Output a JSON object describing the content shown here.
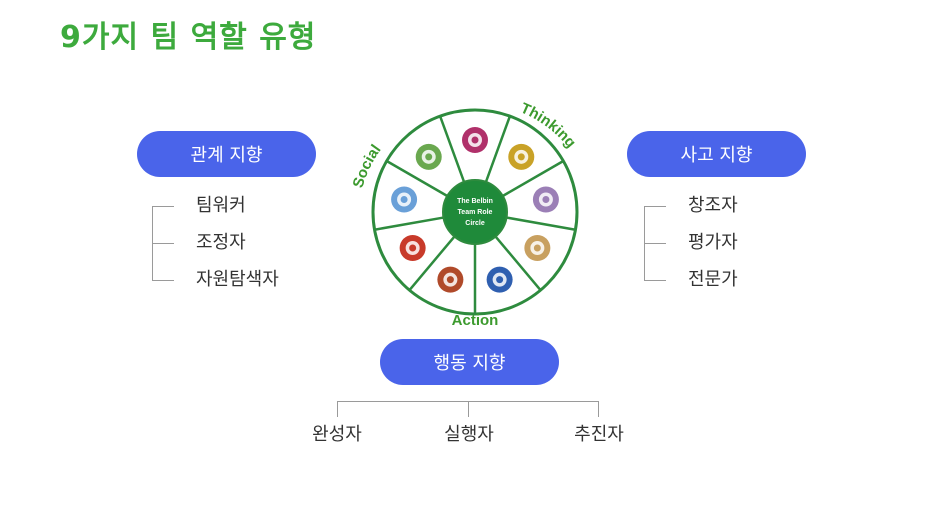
{
  "title": "9가지 팀 역할 유형",
  "groups": {
    "relation": {
      "label": "관계 지향",
      "items": [
        "팀워커",
        "조정자",
        "자원탐색자"
      ]
    },
    "thinking": {
      "label": "사고 지향",
      "items": [
        "창조자",
        "평가자",
        "전문가"
      ]
    },
    "action": {
      "label": "행동 지향",
      "items": [
        "완성자",
        "실행자",
        "추진자"
      ]
    }
  },
  "wheel": {
    "center_lines": [
      "The Belbin",
      "Team Role",
      "Circle"
    ],
    "arc_labels": {
      "social": "Social",
      "thinking": "Thinking",
      "action": "Action"
    },
    "colors": {
      "ring": "#2e8b3e",
      "center": "#1f8a3a",
      "arc_text": "#3c9a2e",
      "segment_fill": "#ffffff"
    },
    "segment_icons": [
      {
        "name": "resource-investigator-icon",
        "color": "#b0306a"
      },
      {
        "name": "plant-icon",
        "color": "#c9a227"
      },
      {
        "name": "monitor-evaluator-icon",
        "color": "#9b7fb6"
      },
      {
        "name": "specialist-icon",
        "color": "#c8a060"
      },
      {
        "name": "implementer-icon",
        "color": "#2f5fb0"
      },
      {
        "name": "completer-finisher-icon",
        "color": "#b04a2a"
      },
      {
        "name": "shaper-icon",
        "color": "#c83a2a"
      },
      {
        "name": "coordinator-icon",
        "color": "#6aa0d8"
      },
      {
        "name": "teamworker-icon",
        "color": "#6aa84f"
      }
    ]
  }
}
